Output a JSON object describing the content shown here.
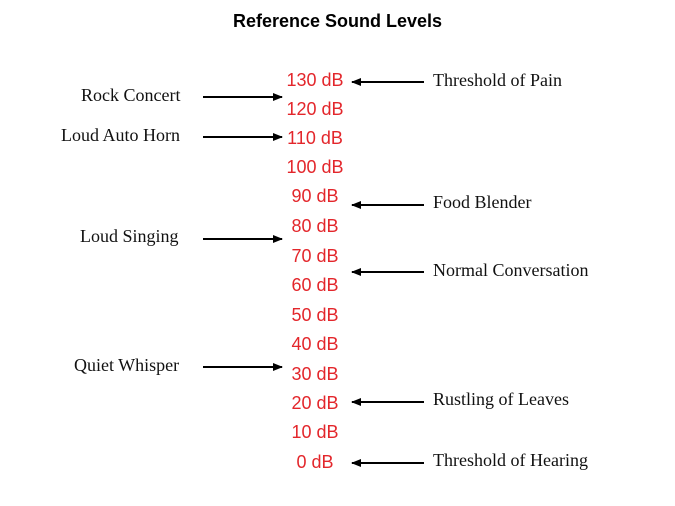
{
  "title": "Reference Sound Levels",
  "colors": {
    "level_text": "#e3262b",
    "label_text": "#111111",
    "arrow": "#000000"
  },
  "levels": [
    "130 dB",
    "120 dB",
    "110 dB",
    "100 dB",
    "90 dB",
    "80 dB",
    "70 dB",
    "60 dB",
    "50 dB",
    "40 dB",
    "30 dB",
    "20 dB",
    "10 dB",
    "0 dB"
  ],
  "left_labels": [
    {
      "text": "Rock Concert",
      "level": "130 dB"
    },
    {
      "text": "Loud Auto Horn",
      "level": "110 dB"
    },
    {
      "text": "Loud Singing",
      "level": "80 dB"
    },
    {
      "text": "Quiet Whisper",
      "level": "30 dB"
    }
  ],
  "right_labels": [
    {
      "text": "Threshold of Pain",
      "level": "130 dB"
    },
    {
      "text": "Food Blender",
      "level": "90 dB"
    },
    {
      "text": "Normal Conversation",
      "level": "60 dB"
    },
    {
      "text": "Rustling of Leaves",
      "level": "20 dB"
    },
    {
      "text": "Threshold of Hearing",
      "level": "0 dB"
    }
  ]
}
